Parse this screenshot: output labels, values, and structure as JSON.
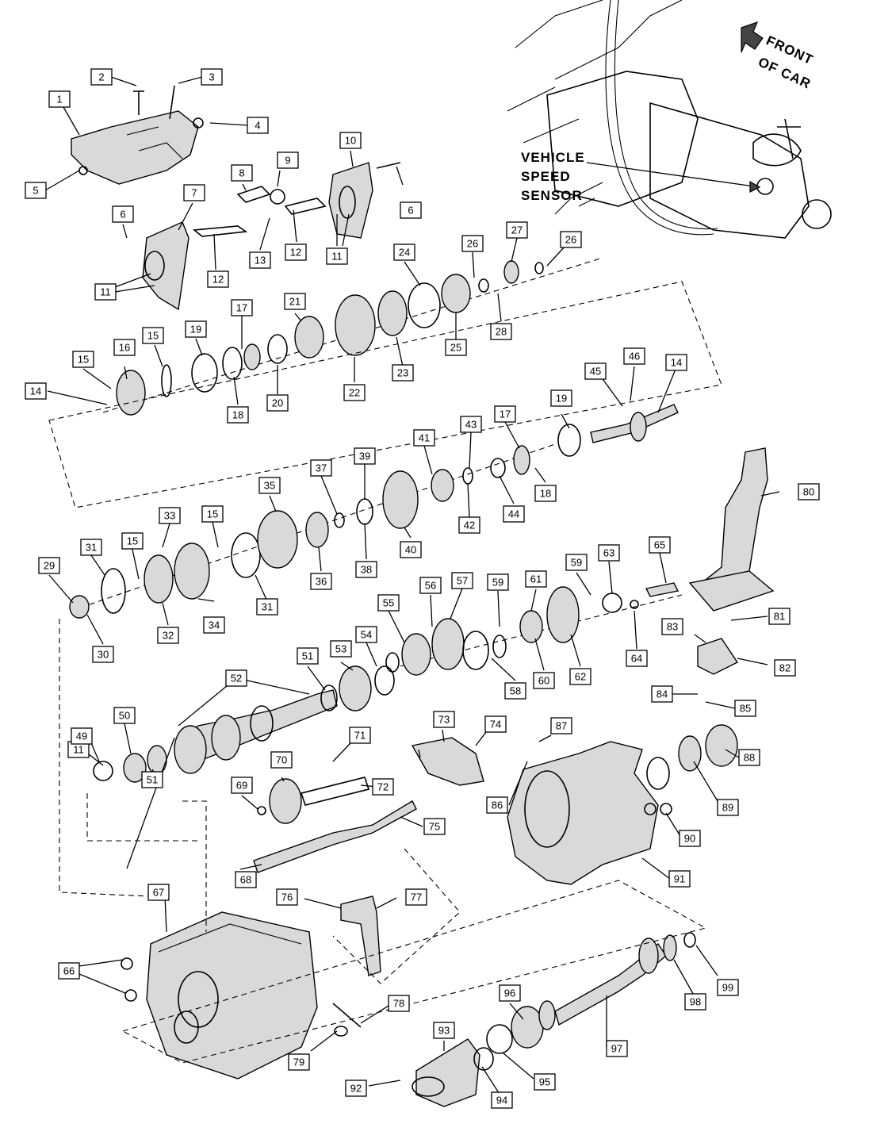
{
  "callouts": {
    "vehicle_speed_sensor": [
      "VEHICLE",
      "SPEED",
      "SENSOR"
    ],
    "front_of_car": [
      "FRONT",
      "OF CAR"
    ]
  },
  "part_labels": [
    "1",
    "2",
    "3",
    "4",
    "5",
    "6",
    "7",
    "8",
    "9",
    "10",
    "11",
    "12",
    "13",
    "14",
    "15",
    "16",
    "17",
    "18",
    "19",
    "20",
    "21",
    "22",
    "23",
    "24",
    "25",
    "26",
    "27",
    "28",
    "29",
    "30",
    "31",
    "32",
    "33",
    "34",
    "35",
    "36",
    "37",
    "38",
    "39",
    "40",
    "41",
    "42",
    "43",
    "44",
    "45",
    "46",
    "49",
    "50",
    "51",
    "52",
    "53",
    "54",
    "55",
    "56",
    "57",
    "58",
    "59",
    "60",
    "61",
    "62",
    "63",
    "64",
    "65",
    "66",
    "67",
    "68",
    "69",
    "70",
    "71",
    "72",
    "73",
    "74",
    "75",
    "76",
    "77",
    "78",
    "79",
    "80",
    "81",
    "82",
    "83",
    "84",
    "85",
    "86",
    "87",
    "88",
    "89",
    "90",
    "91",
    "92",
    "93",
    "94",
    "95",
    "96",
    "97",
    "98",
    "99"
  ],
  "icons": {
    "front_arrow": "arrow-up-left-icon"
  }
}
